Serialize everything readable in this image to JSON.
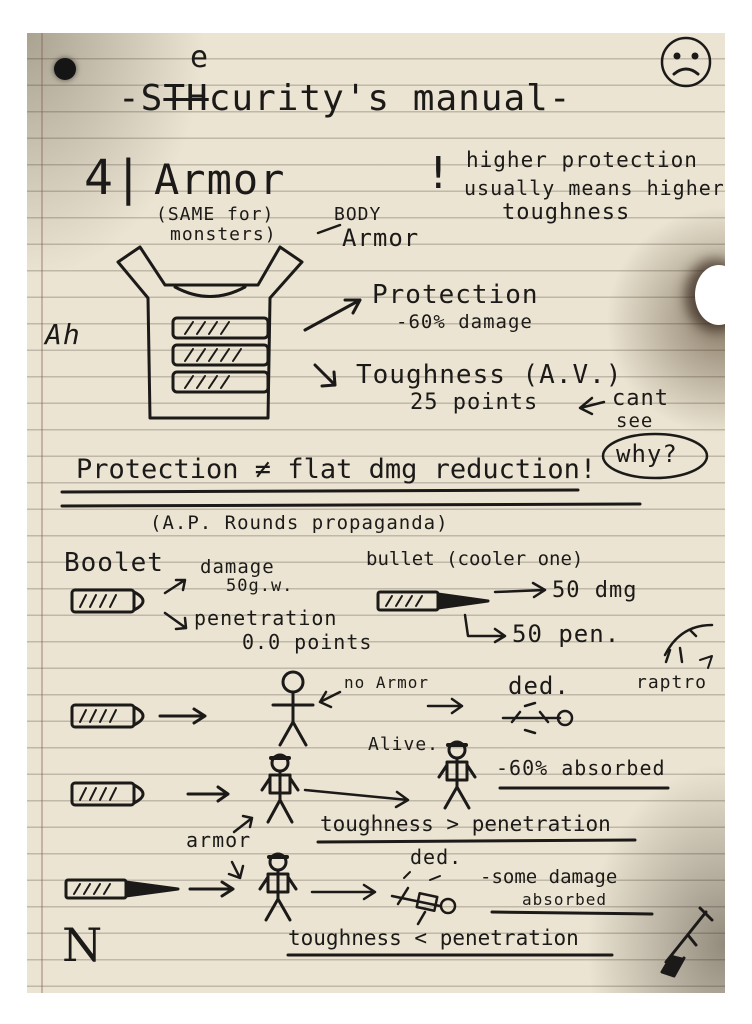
{
  "title": {
    "correction_letter": "e",
    "prefix": "-S",
    "struck": "TH",
    "rest": "curity's manual-"
  },
  "section": {
    "number": "4|",
    "heading": "Armor",
    "same_for_line1": "(SAME for)",
    "same_for_line2": "monsters)",
    "body_armor_line1": "BODY",
    "body_armor_line2": "Armor",
    "side_note_mark": "!",
    "side_note_line1": "higher protection",
    "side_note_line2": "usually means higher",
    "side_note_line3": "toughness",
    "scribble": "Ah"
  },
  "armor_stats": {
    "protection_label": "Protection",
    "protection_value": "-60% damage",
    "toughness_label": "Toughness (A.V.)",
    "toughness_value": "25 points",
    "cant_see_line1": "cant",
    "cant_see_line2": "see",
    "why": "why?"
  },
  "rule": {
    "main": "Protection ≠ flat dmg reduction!",
    "sub": "(A.P. Rounds propaganda)"
  },
  "bullets": {
    "boolet_label": "Boolet",
    "boolet_damage_label": "damage",
    "boolet_damage_value": "50g.w.",
    "boolet_pen_label": "penetration",
    "boolet_pen_value": "0.0 points",
    "cool_label": "bullet (cooler one)",
    "cool_damage": "50 dmg",
    "cool_pen": "50 pen."
  },
  "scenarios": {
    "no_armor": "no Armor",
    "ded_1": "ded.",
    "raptor": "raptro",
    "alive": "Alive.",
    "absorbed_60": "-60% absorbed",
    "armor_label": "armor",
    "rule_gt": "toughness > penetration",
    "ded_2": "ded.",
    "some_absorbed_line1": "-some damage",
    "some_absorbed_line2": "absorbed",
    "rule_lt": "toughness < penetration",
    "corner_mark": "N"
  }
}
